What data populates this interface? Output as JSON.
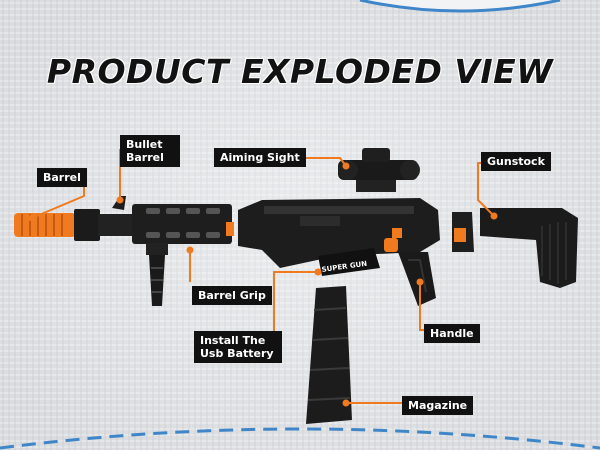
{
  "title": "PRODUCT EXPLODED VIEW",
  "labels": {
    "barrel": "Barrel",
    "bullet_barrel": "Bullet Barrel",
    "aiming_sight": "Aiming Sight",
    "gunstock": "Gunstock",
    "barrel_grip": "Barrel Grip",
    "battery": "Install The Usb Battery",
    "handle": "Handle",
    "magazine": "Magazine"
  },
  "gun_text": {
    "brand": "SUPER GUN"
  },
  "colors": {
    "accent": "#f07a1f",
    "label_bg": "#111111",
    "label_text": "#ffffff",
    "blue_frame": "#3f86c9"
  }
}
